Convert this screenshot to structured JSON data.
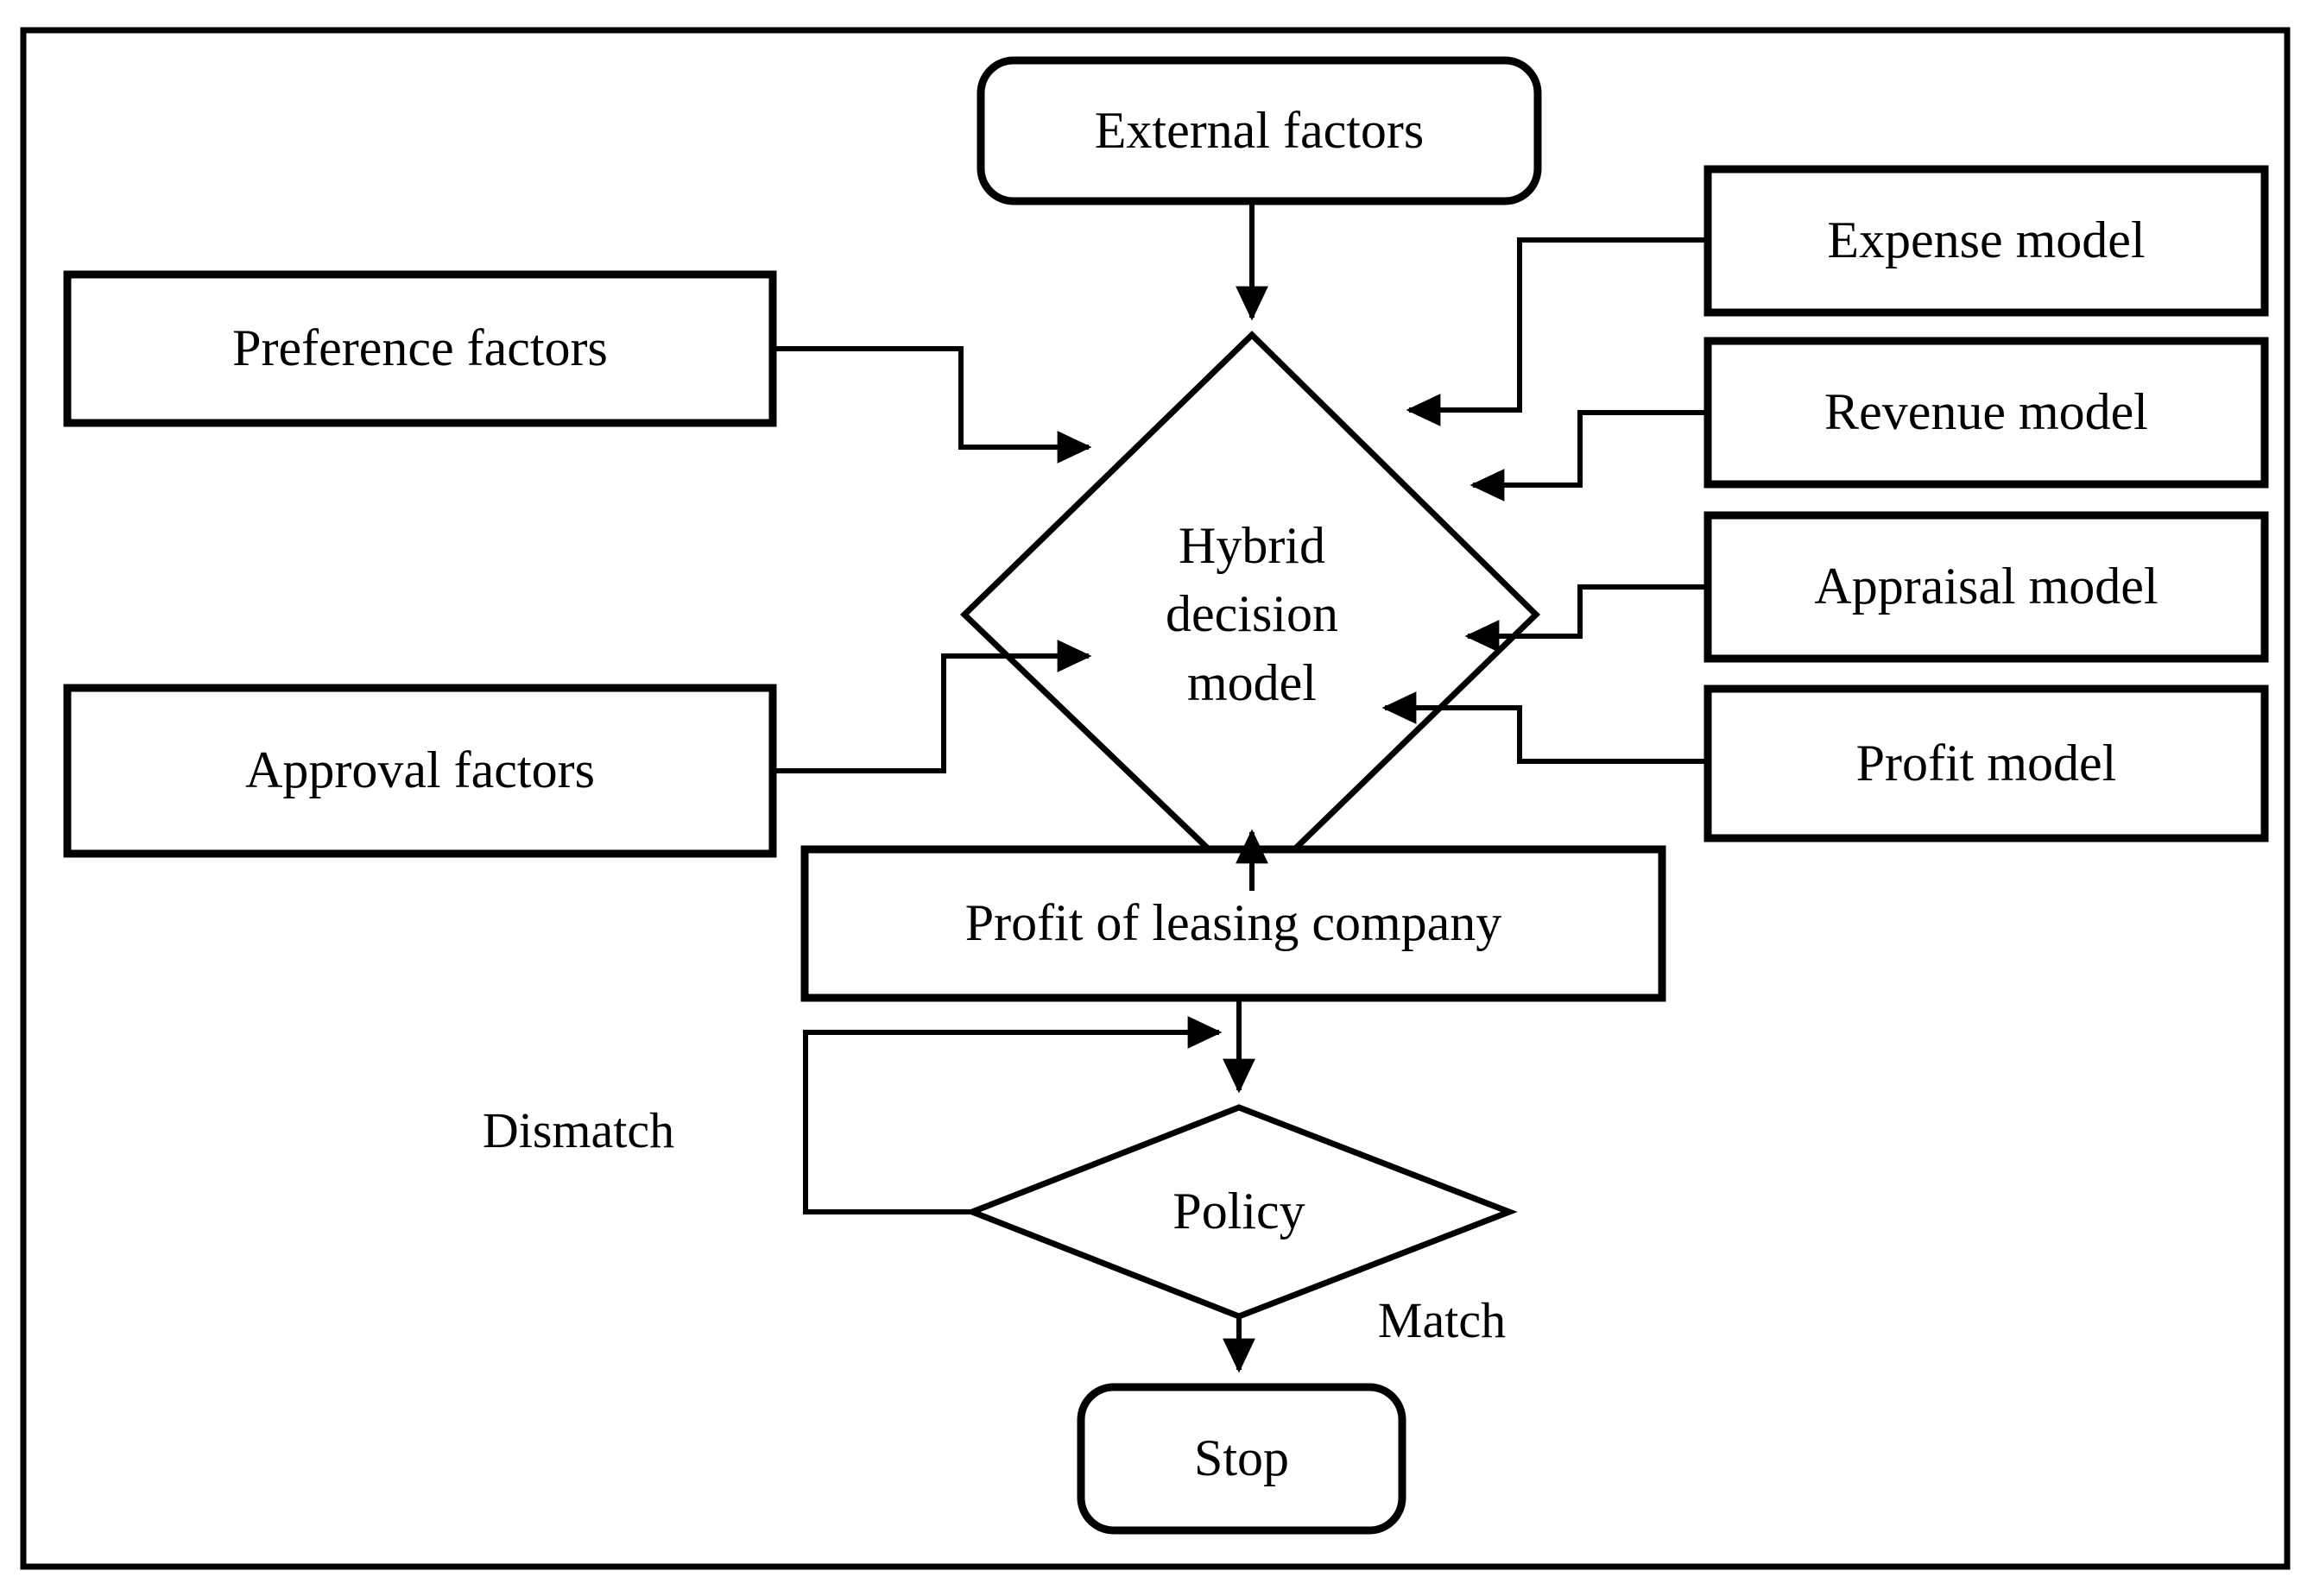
{
  "diagram": {
    "title": "Hybrid decision model flowchart",
    "frame_color": "#000000",
    "stroke_color": "#000000",
    "fill_color": "#ffffff"
  },
  "nodes": {
    "external_factors": {
      "label": "External factors",
      "shape": "rounded-rectangle"
    },
    "preference_factors": {
      "label": "Preference factors",
      "shape": "rectangle"
    },
    "approval_factors": {
      "label": "Approval factors",
      "shape": "rectangle"
    },
    "expense_model": {
      "label": "Expense model",
      "shape": "rectangle"
    },
    "revenue_model": {
      "label": "Revenue model",
      "shape": "rectangle"
    },
    "appraisal_model": {
      "label": "Appraisal model",
      "shape": "rectangle"
    },
    "profit_model": {
      "label": "Profit model",
      "shape": "rectangle"
    },
    "hybrid_decision_model": {
      "shape": "diamond",
      "lines": [
        "Hybrid",
        "decision",
        "model"
      ]
    },
    "profit_of_leasing_company": {
      "label": "Profit of leasing company",
      "shape": "rectangle"
    },
    "policy": {
      "label": "Policy",
      "shape": "diamond"
    },
    "stop": {
      "label": "Stop",
      "shape": "rounded-rectangle"
    }
  },
  "edge_labels": {
    "dismatch": "Dismatch",
    "match": "Match"
  },
  "edges": [
    {
      "from": "external_factors",
      "to": "hybrid_decision_model",
      "arrow": true
    },
    {
      "from": "preference_factors",
      "to": "hybrid_decision_model",
      "arrow": true
    },
    {
      "from": "approval_factors",
      "to": "hybrid_decision_model",
      "arrow": true
    },
    {
      "from": "expense_model",
      "to": "hybrid_decision_model",
      "arrow": true
    },
    {
      "from": "revenue_model",
      "to": "hybrid_decision_model",
      "arrow": true
    },
    {
      "from": "appraisal_model",
      "to": "hybrid_decision_model",
      "arrow": true
    },
    {
      "from": "profit_model",
      "to": "hybrid_decision_model",
      "arrow": true
    },
    {
      "from": "hybrid_decision_model",
      "to": "profit_of_leasing_company",
      "arrow": true
    },
    {
      "from": "profit_of_leasing_company",
      "to": "policy",
      "arrow": true
    },
    {
      "from": "policy",
      "to": "profit_of_leasing_company",
      "arrow": true,
      "label": "Dismatch"
    },
    {
      "from": "policy",
      "to": "stop",
      "arrow": true,
      "label": "Match"
    }
  ]
}
